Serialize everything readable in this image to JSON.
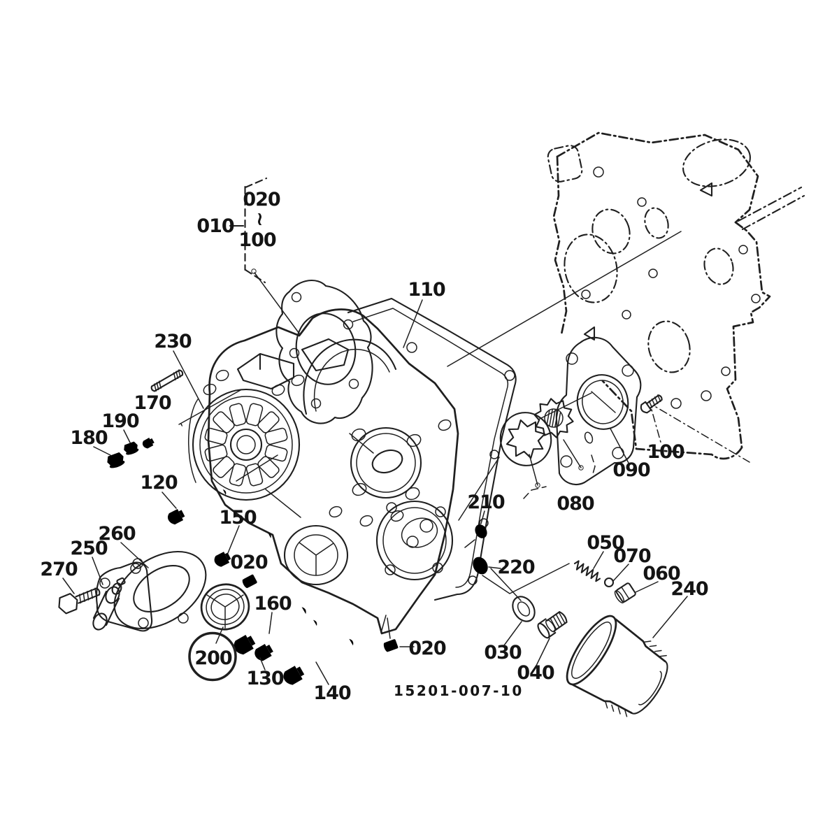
{
  "figure": {
    "drawing_number": "15201-007-10",
    "separator": "~",
    "colors": {
      "ink": "#1f1f1f",
      "highlight": "#c5322d",
      "background": "#ffffff"
    }
  },
  "labels": {
    "ref_010": "010",
    "ref_020_top": "020",
    "ref_100_top": "100",
    "ref_110": "110",
    "ref_230": "230",
    "ref_170": "170",
    "ref_190": "190",
    "ref_180": "180",
    "ref_120": "120",
    "ref_150": "150",
    "ref_020_mid": "020",
    "ref_160": "160",
    "ref_130": "130",
    "ref_140": "140",
    "ref_200": "200",
    "ref_250": "250",
    "ref_260": "260",
    "ref_270": "270",
    "ref_210": "210",
    "ref_220": "220",
    "ref_030": "030",
    "ref_040": "040",
    "ref_050": "050",
    "ref_070": "070",
    "ref_060": "060",
    "ref_240": "240",
    "ref_080": "080",
    "ref_090": "090",
    "ref_100_right": "100",
    "ref_020_bottom": "020"
  }
}
